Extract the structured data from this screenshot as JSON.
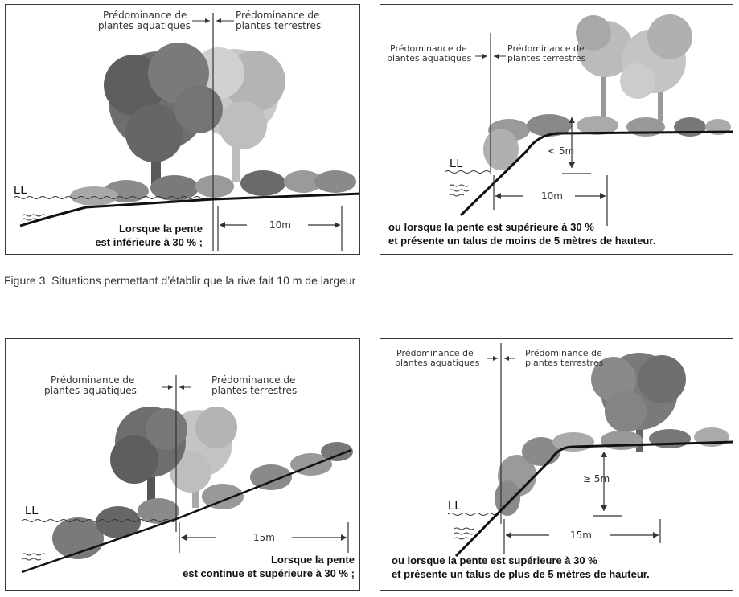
{
  "caption": "Figure 3. Situations permettant d’établir que la rive fait 10 m de largeur",
  "panel1": {
    "aquatic_line1": "Prédominance de",
    "aquatic_line2": "plantes aquatiques",
    "terrestrial_line1": "Prédominance de",
    "terrestrial_line2": "plantes terrestres",
    "ll": "LL",
    "distance": "10m",
    "text_line1": "Lorsque la pente",
    "text_line2": "est inférieure à 30 % ;"
  },
  "panel2": {
    "aquatic_line1": "Prédominance de",
    "aquatic_line2": "plantes aquatiques",
    "terrestrial_line1": "Prédominance de",
    "terrestrial_line2": "plantes terrestres",
    "ll": "LL",
    "distance": "10m",
    "height": "< 5m",
    "text_line1": "ou lorsque la pente est supérieure à 30 %",
    "text_line2": "et présente un talus de moins de 5 mètres de hauteur."
  },
  "panel3": {
    "aquatic_line1": "Prédominance de",
    "aquatic_line2": "plantes aquatiques",
    "terrestrial_line1": "Prédominance de",
    "terrestrial_line2": "plantes terrestres",
    "ll": "LL",
    "distance": "15m",
    "text_line1": "Lorsque la pente",
    "text_line2": "est continue et supérieure à 30 % ;"
  },
  "panel4": {
    "aquatic_line1": "Prédominance de",
    "aquatic_line2": "plantes aquatiques",
    "terrestrial_line1": "Prédominance de",
    "terrestrial_line2": "plantes terrestres",
    "ll": "LL",
    "distance": "15m",
    "height": "≥ 5m",
    "text_line1": "ou lorsque la pente est supérieure à 30 %",
    "text_line2": "et présente un talus de plus de 5 mètres de hauteur."
  },
  "colors": {
    "frame": "#3a3a3a",
    "aquatic_tree": "#6e6e6e",
    "terrestrial_tree": "#bdbdbd",
    "shrub": "#8a8a8a",
    "ground": "#111111"
  }
}
